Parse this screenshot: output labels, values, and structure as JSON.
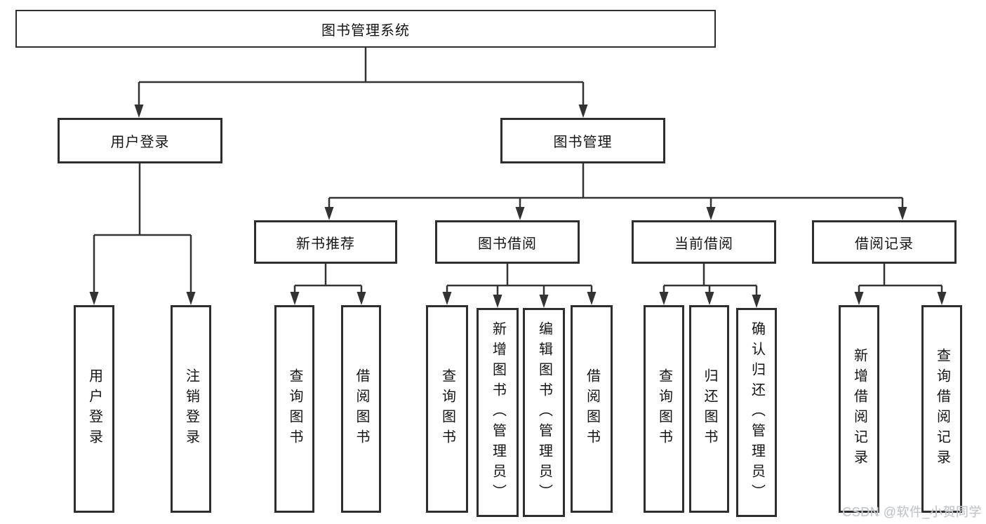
{
  "diagram": {
    "title_node": {
      "label": "图书管理系统"
    },
    "level2": {
      "user_login": {
        "label": "用户登录"
      },
      "book_mgmt": {
        "label": "图书管理"
      }
    },
    "level3": {
      "new_book_rec": {
        "label": "新书推荐"
      },
      "book_borrow": {
        "label": "图书借阅"
      },
      "current_borrow": {
        "label": "当前借阅"
      },
      "borrow_records": {
        "label": "借阅记录"
      }
    },
    "leaves": {
      "user_login": {
        "label": "用户登录"
      },
      "logout": {
        "label": "注销登录"
      },
      "nb_query_book": {
        "label": "查询图书"
      },
      "nb_borrow_book": {
        "label": "借阅图书"
      },
      "bb_query_book": {
        "label": "查询图书"
      },
      "bb_add_book": {
        "label": "新增图书（管理员）"
      },
      "bb_edit_book": {
        "label": "编辑图书（管理员）"
      },
      "bb_borrow_book": {
        "label": "借阅图书"
      },
      "cb_query_book": {
        "label": "查询图书"
      },
      "cb_return_book": {
        "label": "归还图书"
      },
      "cb_confirm": {
        "label": "确认归还（管理员）"
      },
      "br_add_record": {
        "label": "新增借阅记录"
      },
      "br_query_record": {
        "label": "查询借阅记录"
      }
    }
  },
  "watermark": {
    "text": "CSDN @软件_小贺同学"
  },
  "colors": {
    "line": "#333333",
    "box_border": "#2e2e2e",
    "box_background": "#ffffff",
    "text": "#141414",
    "watermark": "#c2c5c9"
  }
}
